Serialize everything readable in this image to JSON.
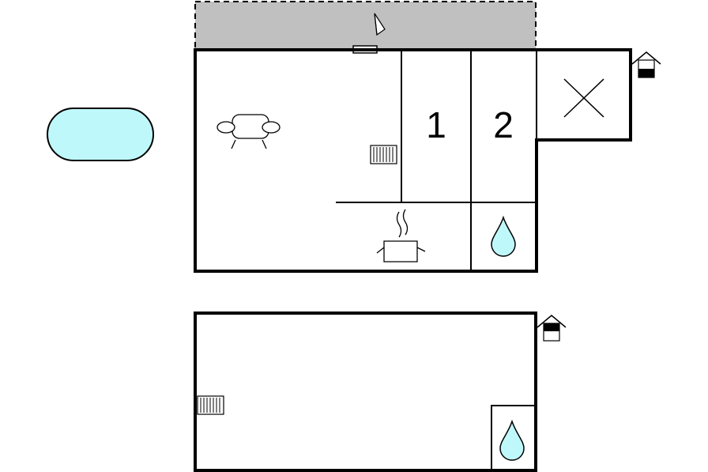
{
  "floorplan": {
    "rooms": {
      "bedroom_1": {
        "number": "1"
      },
      "bedroom_2": {
        "number": "2"
      }
    },
    "colors": {
      "pool": "#bff8fb",
      "terrace": "#c0c0c0",
      "water": "#bff8fb",
      "wall": "#000000"
    },
    "icons": [
      "pool-shape",
      "terrace",
      "compass-icon",
      "sofa-icon",
      "radiator-icon",
      "cooking-pot-icon",
      "bathroom-water-drop-icon",
      "storage-cross-icon",
      "entrance-house-icon"
    ]
  }
}
